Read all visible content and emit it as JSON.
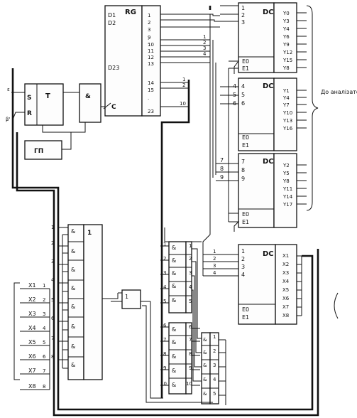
{
  "register": {
    "title": "RG",
    "inputs": [
      "D1",
      "D2",
      "D23"
    ],
    "clock_label": "C",
    "out_group_a": [
      "1",
      "2",
      "3"
    ],
    "out_group_b": [
      "9",
      "10",
      "11",
      "12",
      "13"
    ],
    "out_group_c": [
      "14",
      "15",
      "23"
    ]
  },
  "trigger": {
    "title": "T",
    "set_label": "S",
    "reset_label": "R"
  },
  "and_gate_label": "&",
  "pulse_generator_label": "ГП",
  "decoders": [
    {
      "title": "DC",
      "inputs": [
        "1",
        "2",
        "3"
      ],
      "enable": [
        "E0",
        "E1"
      ],
      "outputs": [
        "Y0",
        "Y3",
        "Y4",
        "Y6",
        "Y9",
        "Y12",
        "Y15",
        "Y8"
      ]
    },
    {
      "title": "DC",
      "inputs": [
        "4",
        "5",
        "6"
      ],
      "enable": [
        "E0",
        "E1"
      ],
      "outputs": [
        "Y1",
        "Y4",
        "Y7",
        "Y10",
        "Y13",
        "Y16"
      ]
    },
    {
      "title": "DC",
      "inputs": [
        "7",
        "8",
        "9"
      ],
      "enable": [
        "E0",
        "E1"
      ],
      "outputs": [
        "Y2",
        "Y5",
        "Y8",
        "Y11",
        "Y14",
        "Y17"
      ]
    },
    {
      "title": "DC",
      "inputs": [
        "1",
        "2",
        "3",
        "4"
      ],
      "enable": [
        "E0",
        "E1"
      ],
      "outputs": [
        "X1",
        "X2",
        "X3",
        "X4",
        "X5",
        "X6",
        "X7",
        "X8"
      ]
    }
  ],
  "analyzer_label": "До аналізатора",
  "x_inputs": [
    "X1",
    "X2",
    "X3",
    "X4",
    "X5",
    "X6",
    "X7",
    "X8"
  ],
  "x_numbers": [
    "1",
    "2",
    "3",
    "4",
    "5",
    "6",
    "7",
    "8"
  ],
  "or_gate_label": "1",
  "bus_numbers_a": [
    "1",
    "2",
    "3",
    "4",
    "5"
  ],
  "bus_numbers_b": [
    "6",
    "7",
    "8",
    "9",
    "10"
  ]
}
